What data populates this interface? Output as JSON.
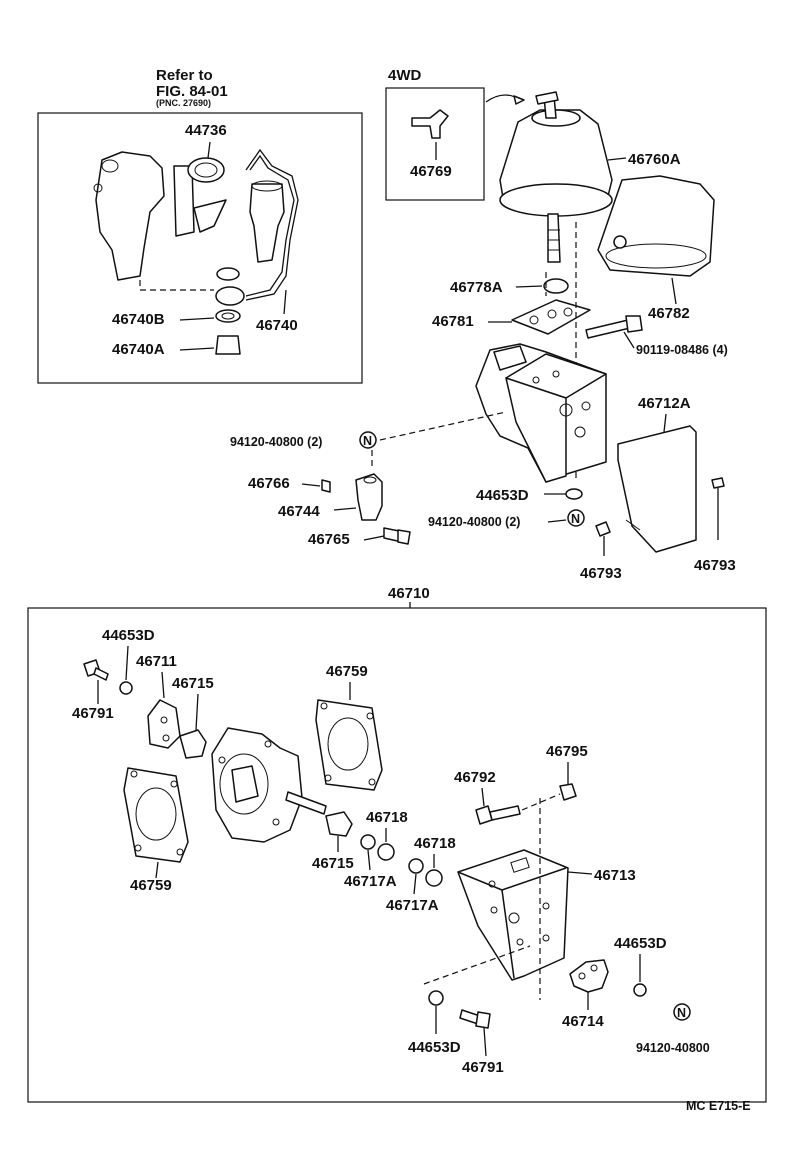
{
  "labels": {
    "refer_to": "Refer to",
    "fig_ref": "FIG. 84-01",
    "pnc": "(PNC. 27690)",
    "wd4": "4WD",
    "p44736": "44736",
    "p46740B": "46740B",
    "p46740": "46740",
    "p46740A": "46740A",
    "p46769": "46769",
    "p46760A": "46760A",
    "p46782": "46782",
    "p46778A": "46778A",
    "p46781": "46781",
    "p90119": "90119-08486 (4)",
    "p46712A": "46712A",
    "p94120_a": "94120-40800 (2)",
    "p46766": "46766",
    "p46744": "46744",
    "p46765": "46765",
    "p44653D_a": "44653D",
    "p94120_b": "94120-40800 (2)",
    "p46793_a": "46793",
    "p46793_b": "46793",
    "p46710": "46710",
    "p44653D_b": "44653D",
    "p46711": "46711",
    "p46715_a": "46715",
    "p46791_a": "46791",
    "p46759_a": "46759",
    "p46759_b": "46759",
    "p46795": "46795",
    "p46792": "46792",
    "p46718_a": "46718",
    "p46718_b": "46718",
    "p46715_b": "46715",
    "p46717A_a": "46717A",
    "p46717A_b": "46717A",
    "p46713": "46713",
    "p44653D_c": "44653D",
    "p46714": "46714",
    "p94120_c": "94120-40800",
    "p44653D_d": "44653D",
    "p46791_b": "46791",
    "footer_code": "MC E715-E"
  },
  "icons": {
    "nut_marker": "N"
  }
}
